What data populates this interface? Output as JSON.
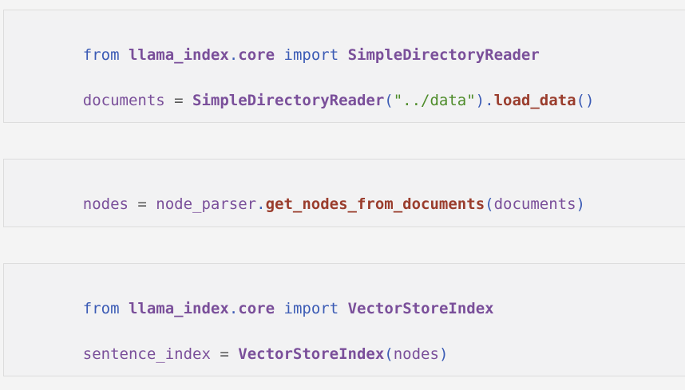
{
  "blocks": [
    {
      "lines": [
        [
          {
            "t": "from",
            "c": "kw"
          },
          {
            "t": " ",
            "c": "op"
          },
          {
            "t": "llama_index",
            "c": "mod"
          },
          {
            "t": ".",
            "c": "dot"
          },
          {
            "t": "core",
            "c": "mod"
          },
          {
            "t": " ",
            "c": "op"
          },
          {
            "t": "import",
            "c": "kw"
          },
          {
            "t": " ",
            "c": "op"
          },
          {
            "t": "SimpleDirectoryReader",
            "c": "cls"
          }
        ],
        [
          {
            "t": "documents",
            "c": "var"
          },
          {
            "t": " = ",
            "c": "op"
          },
          {
            "t": "SimpleDirectoryReader",
            "c": "cls"
          },
          {
            "t": "(",
            "c": "pun"
          },
          {
            "t": "\"../data\"",
            "c": "str"
          },
          {
            "t": ")",
            "c": "pun"
          },
          {
            "t": ".",
            "c": "dot"
          },
          {
            "t": "load_data",
            "c": "fn"
          },
          {
            "t": "()",
            "c": "pun"
          }
        ]
      ]
    },
    {
      "lines": [
        [
          {
            "t": "nodes",
            "c": "var"
          },
          {
            "t": " = ",
            "c": "op"
          },
          {
            "t": "node_parser",
            "c": "var"
          },
          {
            "t": ".",
            "c": "dot"
          },
          {
            "t": "get_nodes_from_documents",
            "c": "fn"
          },
          {
            "t": "(",
            "c": "pun"
          },
          {
            "t": "documents",
            "c": "var"
          },
          {
            "t": ")",
            "c": "pun"
          }
        ]
      ]
    },
    {
      "lines": [
        [
          {
            "t": "from",
            "c": "kw"
          },
          {
            "t": " ",
            "c": "op"
          },
          {
            "t": "llama_index",
            "c": "mod"
          },
          {
            "t": ".",
            "c": "dot"
          },
          {
            "t": "core",
            "c": "mod"
          },
          {
            "t": " ",
            "c": "op"
          },
          {
            "t": "import",
            "c": "kw"
          },
          {
            "t": " ",
            "c": "op"
          },
          {
            "t": "VectorStoreIndex",
            "c": "cls"
          }
        ],
        [
          {
            "t": "sentence_index",
            "c": "var"
          },
          {
            "t": " = ",
            "c": "op"
          },
          {
            "t": "VectorStoreIndex",
            "c": "cls"
          },
          {
            "t": "(",
            "c": "pun"
          },
          {
            "t": "nodes",
            "c": "var"
          },
          {
            "t": ")",
            "c": "pun"
          }
        ]
      ]
    }
  ]
}
